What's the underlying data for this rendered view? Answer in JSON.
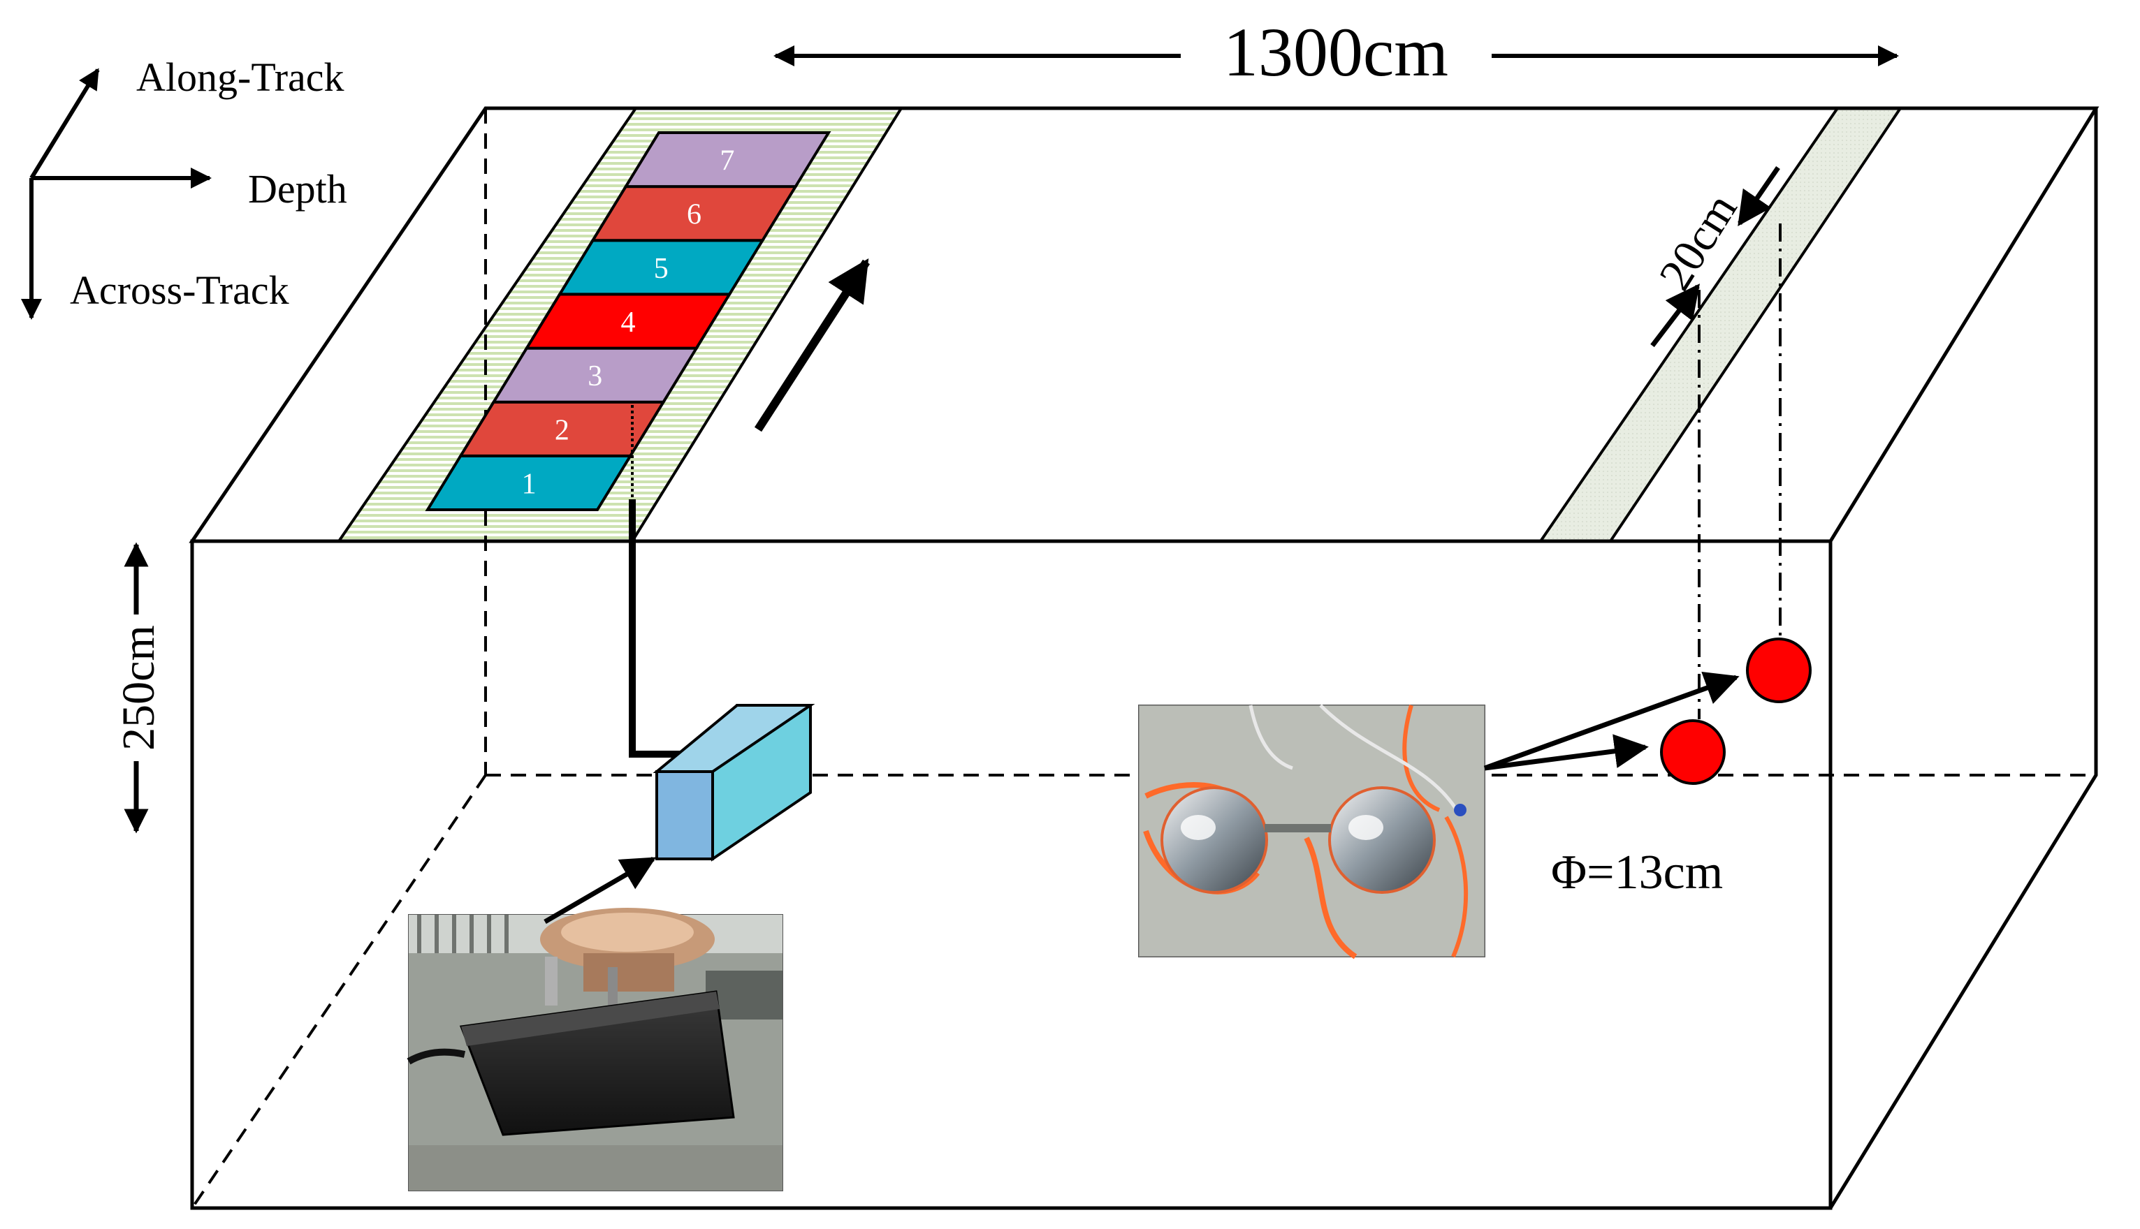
{
  "axes": {
    "along_track": "Along-Track",
    "depth": "Depth",
    "across_track": "Across-Track"
  },
  "dimensions": {
    "length": "1300cm",
    "height": "250cm",
    "spacing": "20cm",
    "diameter": "Φ=13cm"
  },
  "segments": [
    {
      "label": "1",
      "color": "#00a9c2"
    },
    {
      "label": "2",
      "color": "#e0473c"
    },
    {
      "label": "3",
      "color": "#b89dc8"
    },
    {
      "label": "4",
      "color": "#ff0000"
    },
    {
      "label": "5",
      "color": "#00a9c2"
    },
    {
      "label": "6",
      "color": "#e0473c"
    },
    {
      "label": "7",
      "color": "#b89dc8"
    }
  ],
  "colors": {
    "track_stripe": "#cde2b0",
    "transducer_front": "#80b6e0",
    "transducer_side": "#6ed0e0",
    "target": "#ff0000",
    "rail": "#e8ede2"
  }
}
